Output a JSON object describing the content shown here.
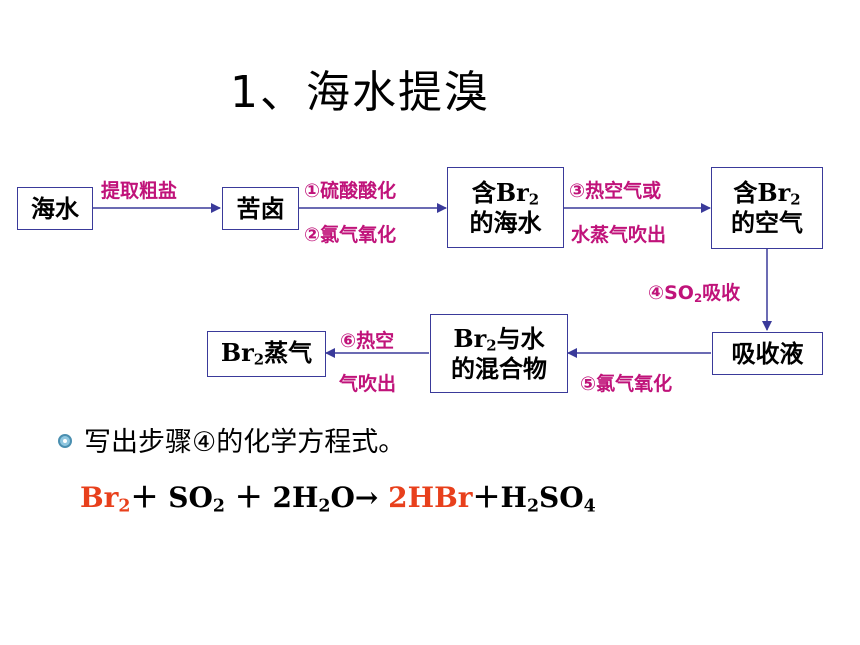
{
  "title": "1、海水提溴",
  "boxes": {
    "seawater": "海水",
    "bittern": "苦卤",
    "br2_seawater": {
      "pre": "含Br",
      "sub": "2",
      "line2": "的海水"
    },
    "br2_air": {
      "pre": "含Br",
      "sub": "2",
      "line2": "的空气"
    },
    "absorbent": "吸收液",
    "br2_water": {
      "pre": "Br",
      "sub": "2",
      "post": "与水",
      "line2": "的混合物"
    },
    "br2_vapor": {
      "pre": "Br",
      "sub": "2",
      "post": "蒸气"
    }
  },
  "labels": {
    "extract_salt": "提取粗盐",
    "step1": "①硫酸酸化",
    "step2": "②氯气氧化",
    "step3a": "③热空气或",
    "step3b": "水蒸气吹出",
    "step4_pre": "④SO",
    "step4_sub": "2",
    "step4_post": "吸收",
    "step5": "⑤氯气氧化",
    "step6a": "⑥热空",
    "step6b": "气吹出"
  },
  "question": "写出步骤④的化学方程式。",
  "equation": {
    "br": "Br",
    "br_sub": "2",
    "plus1": "＋ SO",
    "so2_sub": "2",
    "plus2": " ＋ 2H",
    "h2o_sub": "2",
    "o_arrow": "O→ ",
    "hbr": "2HBr",
    "plus3": "＋H",
    "h2so4_sub1": "2",
    "so": "SO",
    "h2so4_sub2": "4"
  },
  "colors": {
    "label": "#c0137a",
    "box_border": "#3a3a9a",
    "highlight": "#e8401c"
  }
}
